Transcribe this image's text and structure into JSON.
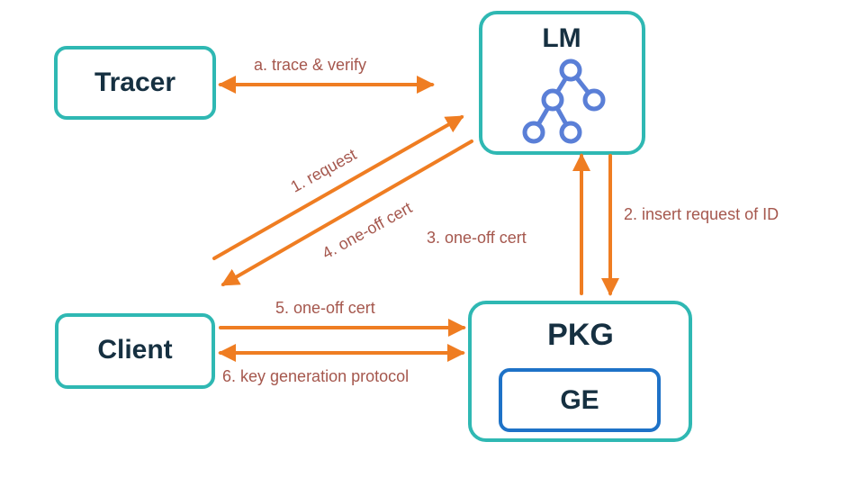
{
  "nodes": {
    "tracer": {
      "label": "Tracer"
    },
    "lm": {
      "label": "LM",
      "icon": "hierarchy-tree-icon"
    },
    "client": {
      "label": "Client"
    },
    "pkg": {
      "label": "PKG"
    },
    "ge": {
      "label": "GE"
    }
  },
  "edges": {
    "trace_verify": "a. trace & verify",
    "request": "1. request",
    "insert_request": "2. insert request of ID",
    "one_off_cert_3": "3. one-off cert",
    "one_off_cert_4": "4. one-off cert",
    "one_off_cert_5": "5. one-off cert",
    "key_generation": "6. key generation protocol"
  },
  "colors": {
    "box_border": "#2fb8b3",
    "inner_box_border": "#1e72c7",
    "arrow": "#ef7d22",
    "label_text": "#a5574d",
    "node_text": "#163041",
    "tree_icon": "#5a7fd7"
  }
}
